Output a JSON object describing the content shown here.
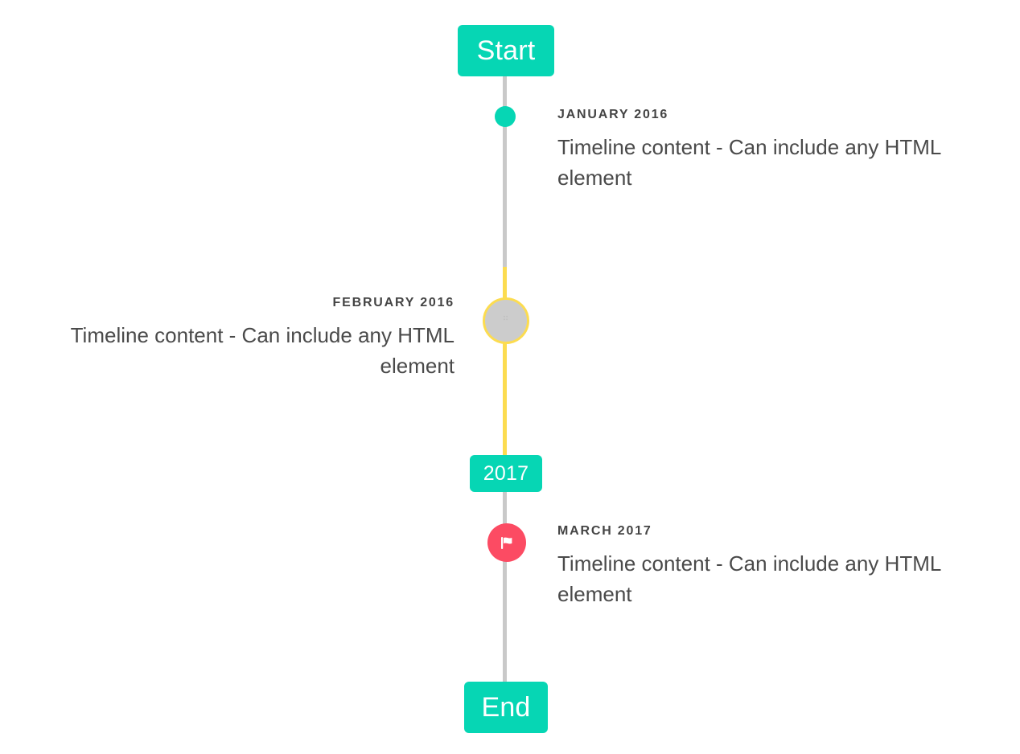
{
  "colors": {
    "accent_teal": "#06d6b4",
    "accent_yellow": "#fcdc50",
    "accent_pink": "#fc4b63",
    "rail_gray": "#c9c9c9",
    "marker_fill_gray": "#cccccc",
    "text_dark": "#444444",
    "text_body": "#4a4a4a",
    "background": "#ffffff"
  },
  "timeline": {
    "start_label": "Start",
    "mid_label": "2017",
    "end_label": "End",
    "entries": [
      {
        "id": "january-2016",
        "date": "JANUARY 2016",
        "body": "Timeline content - Can include any HTML element",
        "side": "right",
        "marker": "dot-icon",
        "marker_color": "#06d6b4"
      },
      {
        "id": "february-2016",
        "date": "FEBRUARY 2016",
        "body": "Timeline content - Can include any HTML element",
        "side": "left",
        "marker": "placeholder-glyph-icon",
        "marker_color": "#fcdc50"
      },
      {
        "id": "march-2017",
        "date": "MARCH 2017",
        "body": "Timeline content - Can include any HTML element",
        "side": "right",
        "marker": "flag-icon",
        "marker_color": "#fc4b63"
      }
    ]
  }
}
